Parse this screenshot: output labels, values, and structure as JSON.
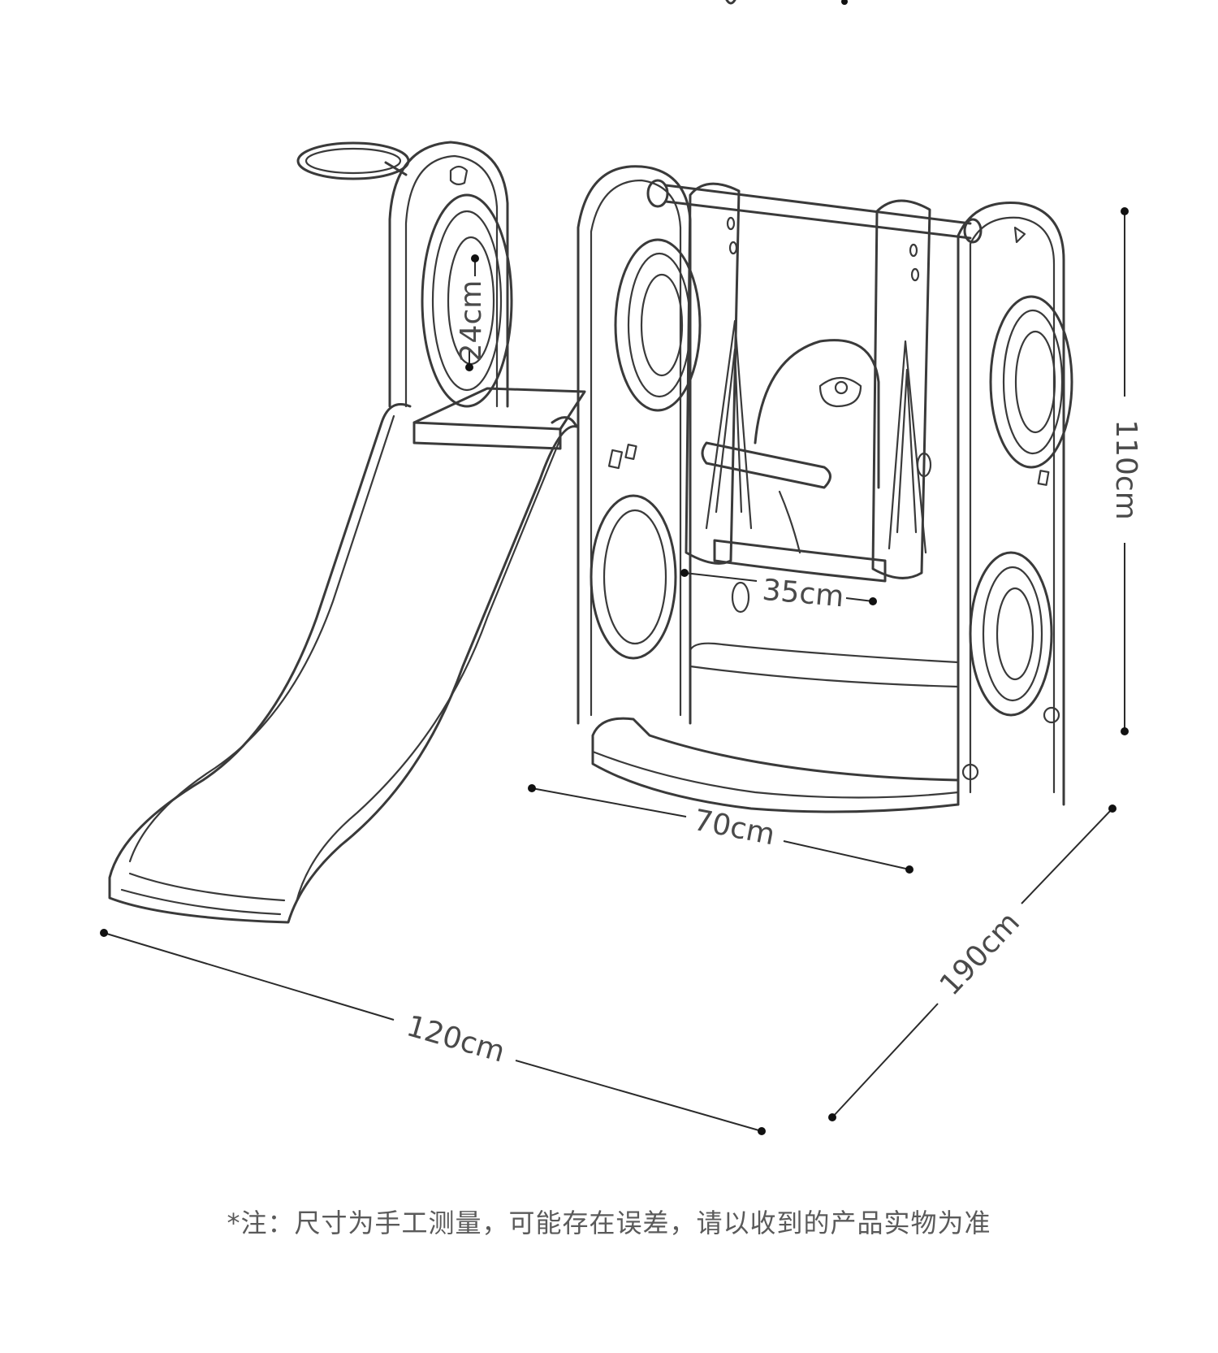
{
  "dimensions": {
    "hoop_diameter": "24cm",
    "seat_width": "35cm",
    "height": "110cm",
    "inner_width": "70cm",
    "slide_length": "120cm",
    "total_length": "190cm"
  },
  "footnote": "*注：尺寸为手工测量，可能存在误差，请以收到的产品实物为准",
  "colors": {
    "line": "#3a3a3a",
    "text": "#4a4a4a",
    "background": "#ffffff"
  }
}
